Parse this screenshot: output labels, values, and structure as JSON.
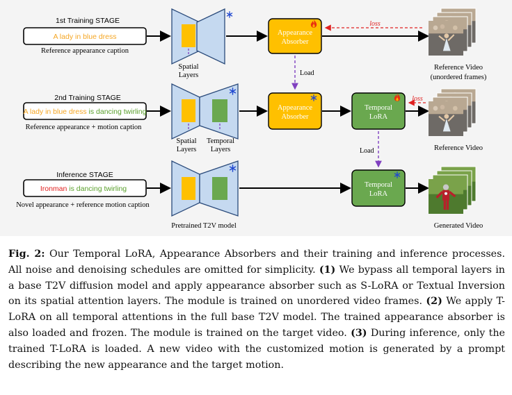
{
  "stages": {
    "stage1": "1st Training STAGE",
    "stage2": "2nd Training STAGE",
    "stage3": "Inference STAGE"
  },
  "prompts": {
    "p1": "A lady in blue dress",
    "p2_appearance": "A lady in blue dress",
    "p2_motion": " is dancing twirling",
    "p3_appearance": "Ironman",
    "p3_motion": " is dancing twirling"
  },
  "prompt_captions": {
    "c1": "Reference appearance caption",
    "c2": "Reference appearance + motion caption",
    "c3": "Novel appearance + reference motion caption"
  },
  "layer_labels": {
    "spatial_1": [
      "Spatial",
      "Layers"
    ],
    "spatial_2": [
      "Spatial",
      "Layers"
    ],
    "temporal_2": [
      "Temporal",
      "Layers"
    ]
  },
  "model_label": "Pretrained T2V model",
  "absorber_label": [
    "Appearance",
    "Absorber"
  ],
  "lora_label": [
    "Temporal",
    "LoRA"
  ],
  "edge_labels": {
    "load1": "Load",
    "load2": "Load",
    "loss1": "loss",
    "loss2": "loss"
  },
  "video_labels": {
    "v1": [
      "Reference Video",
      "(unordered frames)"
    ],
    "v2": "Reference Video",
    "v3": "Generated Video"
  },
  "icons": {
    "frozen": "snowflake-icon",
    "trainable": "fire-icon"
  },
  "colors": {
    "appearance": "#f5a623",
    "motion": "#5aa02c",
    "ironman": "#e0201f",
    "absorber_fill": "#ffc000",
    "lora_fill": "#6aa84f",
    "unet_fill": "#c5d9f0",
    "loss": "#e02020",
    "load": "#8040c0"
  },
  "caption": {
    "fig_label": "Fig. 2:",
    "intro": " Our Temporal LoRA, Appearance Absorbers and their training and inference processes. All noise and denoising schedules are omitted for simplicity. ",
    "n1": "(1)",
    "t1": " We bypass all temporal layers in a base T2V diffusion model and apply appearance absorber such as S-LoRA or Textual Inversion on its spatial attention layers. The module is trained on unordered video frames. ",
    "n2": "(2)",
    "t2": " We apply T-LoRA on all temporal attentions in the full base T2V model. The trained appearance absorber is also loaded and frozen. The module is trained on the target video. ",
    "n3": "(3)",
    "t3": " During inference, only the trained T-LoRA is loaded. A new video with the customized motion is generated by a prompt describing the new appearance and the target motion."
  }
}
